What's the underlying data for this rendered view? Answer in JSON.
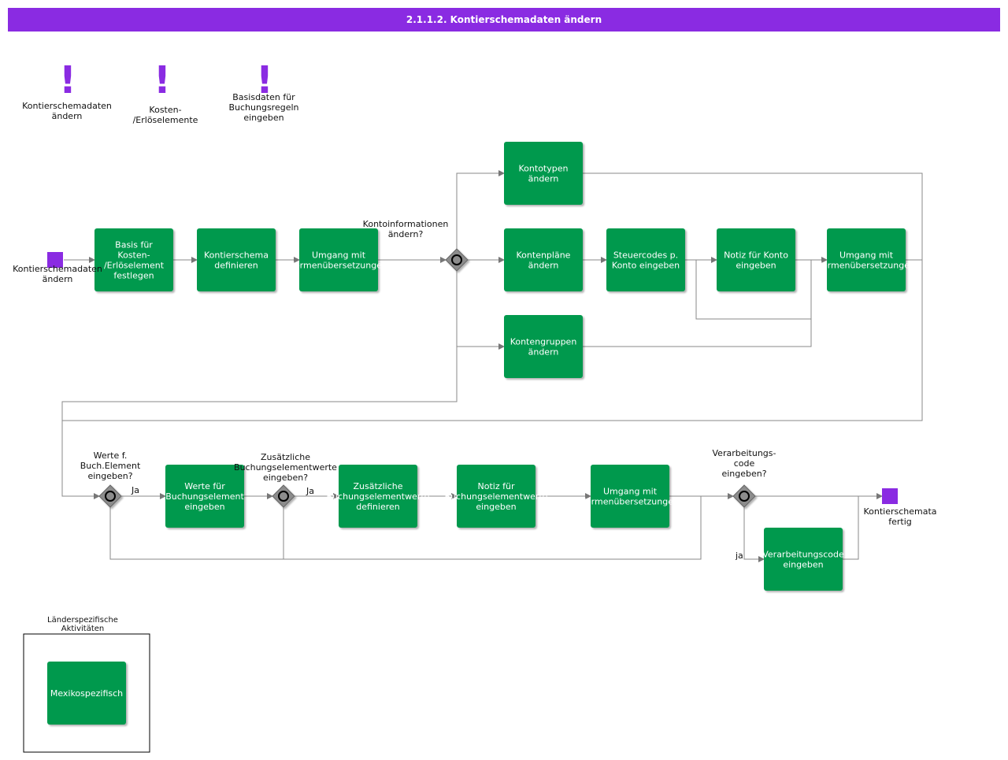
{
  "title": "2.1.1.2. Kontierschemadaten ändern",
  "colors": {
    "header": "#8a2be2",
    "task": "#00994d",
    "event": "#8a2be2",
    "gateway": "#888888",
    "line": "#888888"
  },
  "icons": [
    {
      "name": "exclamation-icon",
      "glyph": "!",
      "lines": [
        "Kontierschemadaten",
        "ändern"
      ]
    },
    {
      "name": "exclamation-icon",
      "glyph": "!",
      "lines": [
        "Kosten-",
        "/Erlöselemente"
      ]
    },
    {
      "name": "exclamation-icon",
      "glyph": "!",
      "lines": [
        "Basisdaten für",
        "Buchungsregeln",
        "eingeben"
      ]
    }
  ],
  "start_event": {
    "lines": [
      "Kontierschemadaten",
      "ändern"
    ]
  },
  "end_event": {
    "lines": [
      "Kontierschemata",
      "fertig"
    ]
  },
  "tasks": [
    {
      "id": "t1",
      "lines": [
        "Basis für",
        "Kosten-",
        "/Erlöselement",
        "festlegen"
      ]
    },
    {
      "id": "t2",
      "lines": [
        "Kontierschema",
        "definieren"
      ]
    },
    {
      "id": "t3",
      "lines": [
        "Umgang mit",
        "Formenübersetzungen"
      ]
    },
    {
      "id": "t4",
      "lines": [
        "Kontotypen",
        "ändern"
      ]
    },
    {
      "id": "t5",
      "lines": [
        "Kontenpläne",
        "ändern"
      ]
    },
    {
      "id": "t6",
      "lines": [
        "Steuercodes p.",
        "Konto eingeben"
      ]
    },
    {
      "id": "t7",
      "lines": [
        "Notiz für Konto",
        "eingeben"
      ]
    },
    {
      "id": "t8",
      "lines": [
        "Umgang mit",
        "Formenübersetzungen"
      ]
    },
    {
      "id": "t9",
      "lines": [
        "Kontengruppen",
        "ändern"
      ]
    },
    {
      "id": "t10",
      "lines": [
        "Werte für",
        "Buchungselement",
        "eingeben"
      ]
    },
    {
      "id": "t11",
      "lines": [
        "Zusätzliche",
        "Buchungselementwerte",
        "definieren"
      ]
    },
    {
      "id": "t12",
      "lines": [
        "Notiz für",
        "Buchungselementwerte",
        "eingeben"
      ]
    },
    {
      "id": "t13",
      "lines": [
        "Umgang mit",
        "Formenübersetzungen"
      ]
    },
    {
      "id": "t14",
      "lines": [
        "Verarbeitungscode",
        "eingeben"
      ]
    },
    {
      "id": "t15",
      "lines": [
        "Mexikospezifisch"
      ]
    }
  ],
  "gateways": [
    {
      "id": "g1",
      "lines": [
        "Kontoinformationen",
        "ändern?"
      ]
    },
    {
      "id": "g2",
      "lines": [
        "Werte f.",
        "Buch.Element",
        "eingeben?"
      ]
    },
    {
      "id": "g3",
      "lines": [
        "Zusätzliche",
        "Buchungselementwerte",
        "eingeben?"
      ]
    },
    {
      "id": "g4",
      "lines": [
        "Verarbeitungs-",
        "code",
        "eingeben?"
      ]
    }
  ],
  "flow_labels": {
    "ja1": "Ja",
    "ja2": "Ja",
    "ja3": "ja"
  },
  "group": {
    "lines": [
      "Länderspezifische",
      "Aktivitäten"
    ]
  }
}
